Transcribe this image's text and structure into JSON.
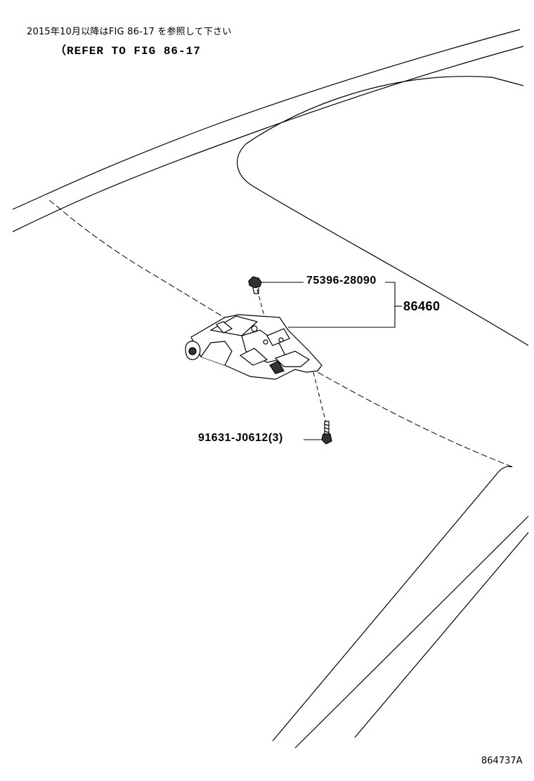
{
  "notes": {
    "jp_note": "2015年10月以降はFIG 86-17 を参照して下さい",
    "refer": "（REFER TO FIG 86-17"
  },
  "parts": {
    "clip": {
      "number": "75396-28090"
    },
    "assembly": {
      "number": "86460"
    },
    "screw": {
      "number": "91631-J0612",
      "qty": "(3)"
    }
  },
  "figure_code": "864737A"
}
